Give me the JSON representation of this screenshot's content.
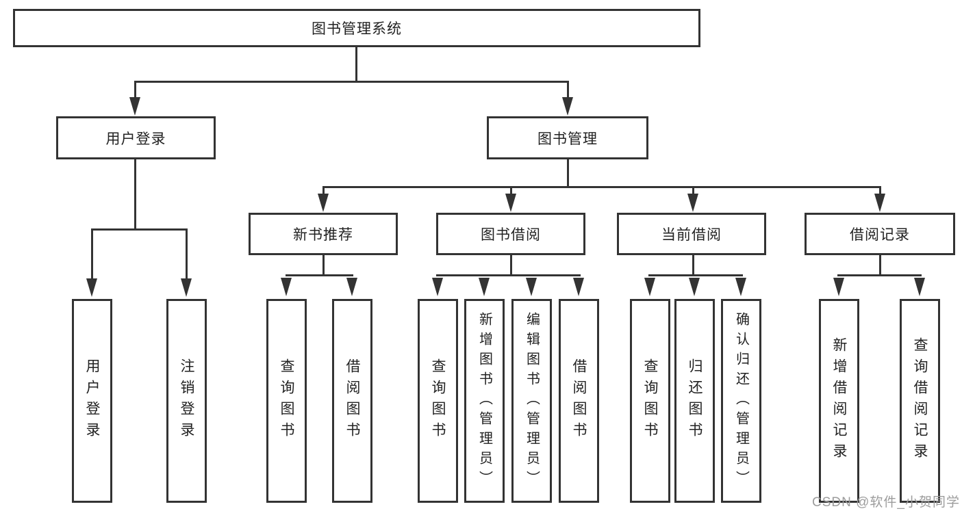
{
  "tree": {
    "label": "图书管理系统",
    "children": [
      {
        "label": "用户登录",
        "children": [
          {
            "label": "用户登录"
          },
          {
            "label": "注销登录"
          }
        ]
      },
      {
        "label": "图书管理",
        "children": [
          {
            "label": "新书推荐",
            "children": [
              {
                "label": "查询图书"
              },
              {
                "label": "借阅图书"
              }
            ]
          },
          {
            "label": "图书借阅",
            "children": [
              {
                "label": "查询图书"
              },
              {
                "label": "新增图书（管理员）"
              },
              {
                "label": "编辑图书（管理员）"
              },
              {
                "label": "借阅图书"
              }
            ]
          },
          {
            "label": "当前借阅",
            "children": [
              {
                "label": "查询图书"
              },
              {
                "label": "归还图书"
              },
              {
                "label": "确认归还（管理员）"
              }
            ]
          },
          {
            "label": "借阅记录",
            "children": [
              {
                "label": "新增借阅记录"
              },
              {
                "label": "查询借阅记录"
              }
            ]
          }
        ]
      }
    ]
  },
  "watermark": {
    "text": "CSDN @软件_小贺同学"
  },
  "colors": {
    "line": "#333333",
    "text": "#222222",
    "watermark": "#9c9c9c",
    "background": "#ffffff"
  }
}
